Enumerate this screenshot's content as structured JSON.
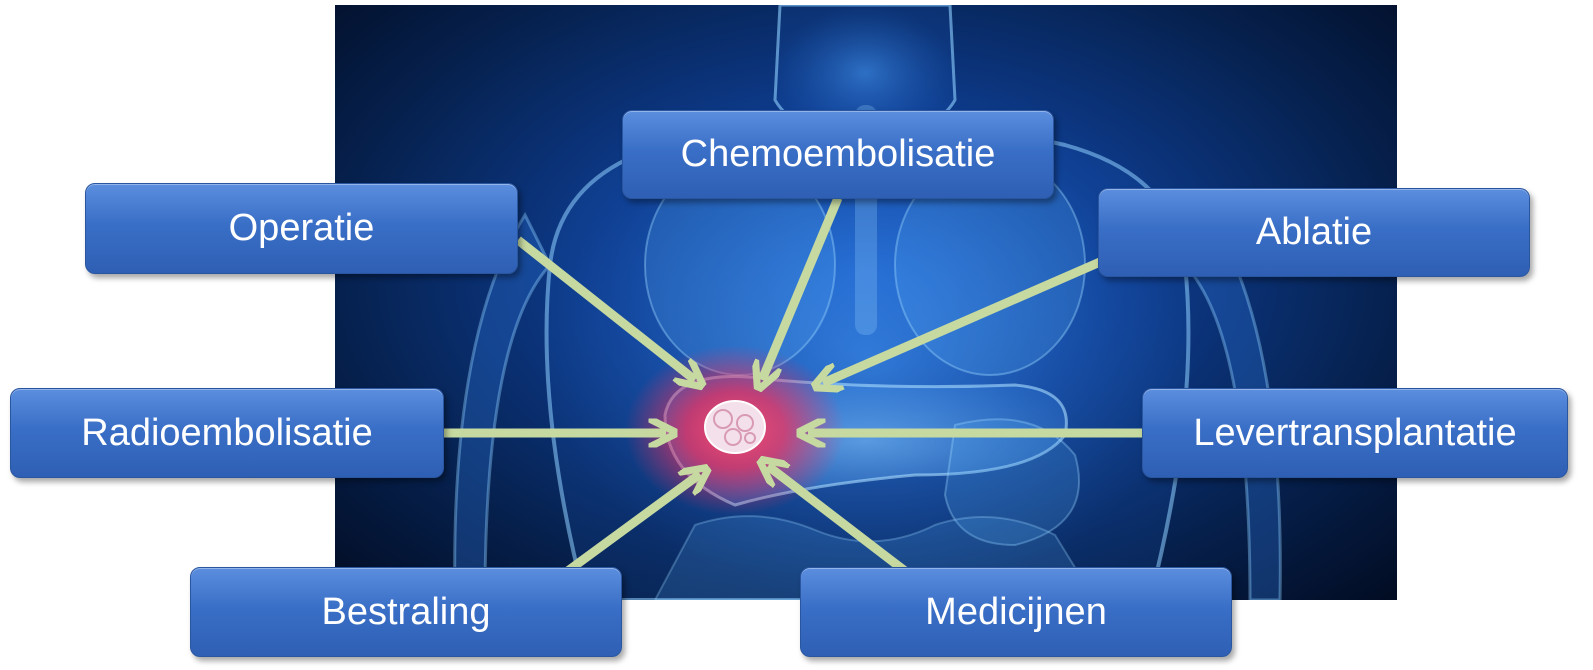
{
  "treatments": {
    "operatie": "Operatie",
    "chemoembolisatie": "Chemoembolisatie",
    "ablatie": "Ablatie",
    "radioembolisatie": "Radioembolisatie",
    "levertransplantatie": "Levertransplantatie",
    "bestraling": "Bestraling",
    "medicijnen": "Medicijnen"
  },
  "colors": {
    "box_fill": "#3a6fc7",
    "arrow": "#c6d9a0",
    "tumor_glow": "#ff2a55",
    "background_dark": "#06214f"
  },
  "illustration": "liver-tumor-anatomy"
}
